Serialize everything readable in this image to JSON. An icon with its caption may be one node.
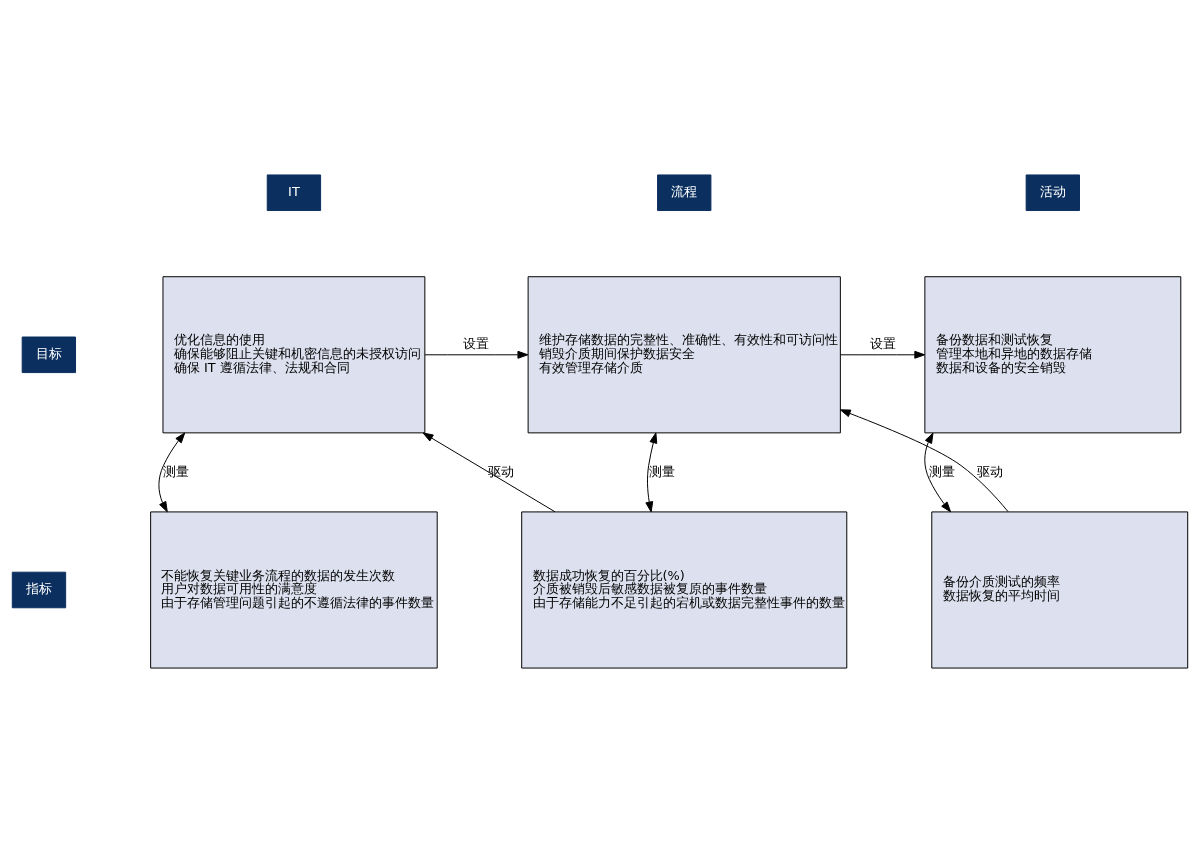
{
  "diagram": {
    "nodes": [
      {
        "text": [
          "IT"
        ]
      },
      {
        "text": [
          "流程"
        ]
      },
      {
        "text": [
          "活动"
        ]
      },
      {
        "text": [
          "目标"
        ]
      },
      {
        "text": [
          "优化信息的使用",
          "确保能够阻止关键和机密信息的未授权访问",
          "确保 IT 遵循法律、法规和合同"
        ]
      },
      {
        "text": [
          "维护存储数据的完整性、准确性、有效性和可访问性",
          "销毁介质期间保护数据安全",
          "有效管理存储介质"
        ]
      },
      {
        "text": [
          "备份数据和测试恢复",
          "管理本地和异地的数据存储",
          "数据和设备的安全销毁"
        ]
      },
      {
        "text": [
          "指标"
        ]
      },
      {
        "text": [
          "不能恢复关键业务流程的数据的发生次数",
          "用户对数据可用性的满意度",
          "由于存储管理问题引起的不遵循法律的事件数量"
        ]
      },
      {
        "text": [
          "数据成功恢复的百分比(%)",
          "介质被销毁后敏感数据被复原的事件数量",
          "由于存储能力不足引起的宕机或数据完整性事件的数量"
        ]
      },
      {
        "text": [
          "备份介质测试的频率",
          "数据恢复的平均时间"
        ]
      }
    ],
    "edges": [
      {
        "from": 4,
        "to": 5,
        "arrow": "to",
        "label": "设置"
      },
      {
        "from": 5,
        "to": 6,
        "arrow": "to",
        "label": "设置"
      },
      {
        "from": 4,
        "to": 8,
        "arrow": "both",
        "label": "测量"
      },
      {
        "from": 9,
        "to": 4,
        "arrow": "to",
        "label": "驱动"
      },
      {
        "from": 5,
        "to": 9,
        "arrow": "both",
        "label": "测量"
      },
      {
        "from": 10,
        "to": 5,
        "arrow": "to",
        "label": "驱动"
      },
      {
        "from": 6,
        "to": 10,
        "arrow": "both",
        "label": "测量"
      }
    ]
  }
}
